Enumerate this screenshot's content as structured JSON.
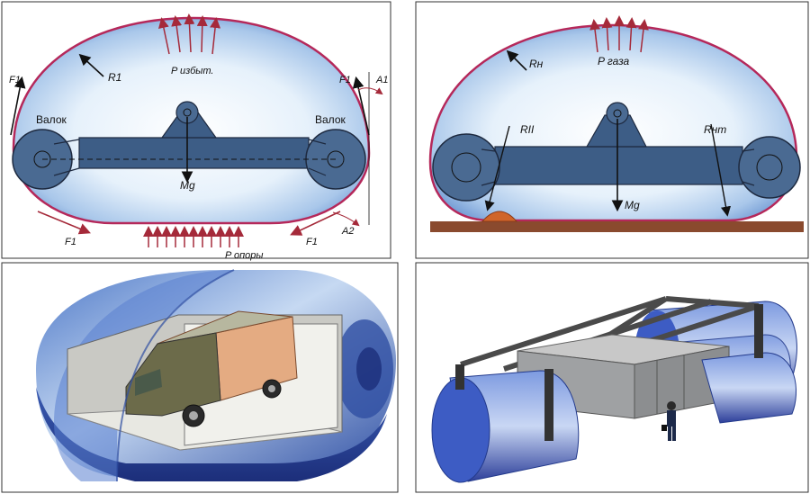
{
  "panel1": {
    "r1": "R1",
    "p_izbyt": "P избыт.",
    "p_opory": "P опоры",
    "valok_left": "Валок",
    "valok_right": "Валок",
    "f1_top_left": "F1",
    "f1_top_right": "F1",
    "f1_bottom_left": "F1",
    "f1_bottom_right": "F1",
    "a1": "A1",
    "a2": "A2",
    "mg": "Mg"
  },
  "panel2": {
    "rn": "Rн",
    "p_gaza": "P газа",
    "r2": "RII",
    "rnt": "Rнт",
    "mg": "Mg"
  },
  "colors": {
    "envelope_stroke": "#b5285a",
    "arrow": "#a52a3a",
    "body_fill": "#3d5d86",
    "frame": "#2b3b55",
    "ground": "#8a4a2e",
    "bump": "#d0652a"
  }
}
